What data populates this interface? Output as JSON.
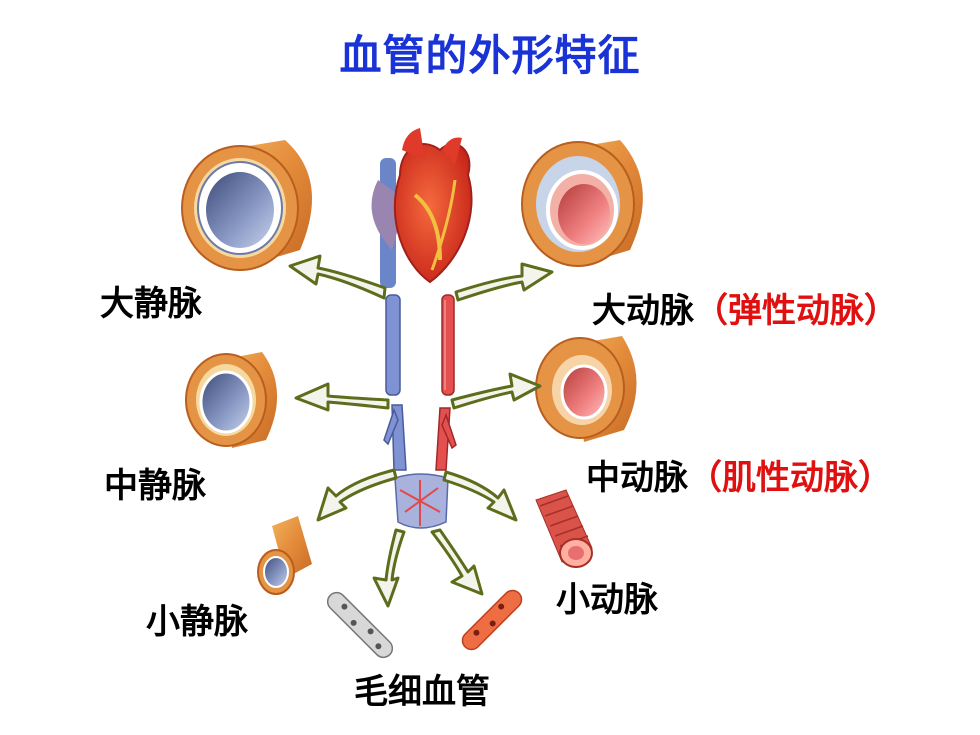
{
  "title": "血管的外形特征",
  "labels": {
    "large_vein": "大静脉",
    "medium_vein": "中静脉",
    "small_vein": "小静脉",
    "large_artery": "大动脉",
    "large_artery_note": "（弹性动脉）",
    "medium_artery": "中动脉",
    "medium_artery_note": "（肌性动脉）",
    "small_artery": "小动脉",
    "capillary": "毛细血管"
  },
  "colors": {
    "title": "#1a33d6",
    "note": "#e01010",
    "vessel_outer": "#e9983e",
    "vein_lumen": "#7e8fb8",
    "artery_lumen": "#e86f6f",
    "arrow_outline": "#5c6e1c",
    "heart": "#e23c25",
    "vein_trunk": "#7f93d4",
    "artery_trunk": "#e45050"
  }
}
